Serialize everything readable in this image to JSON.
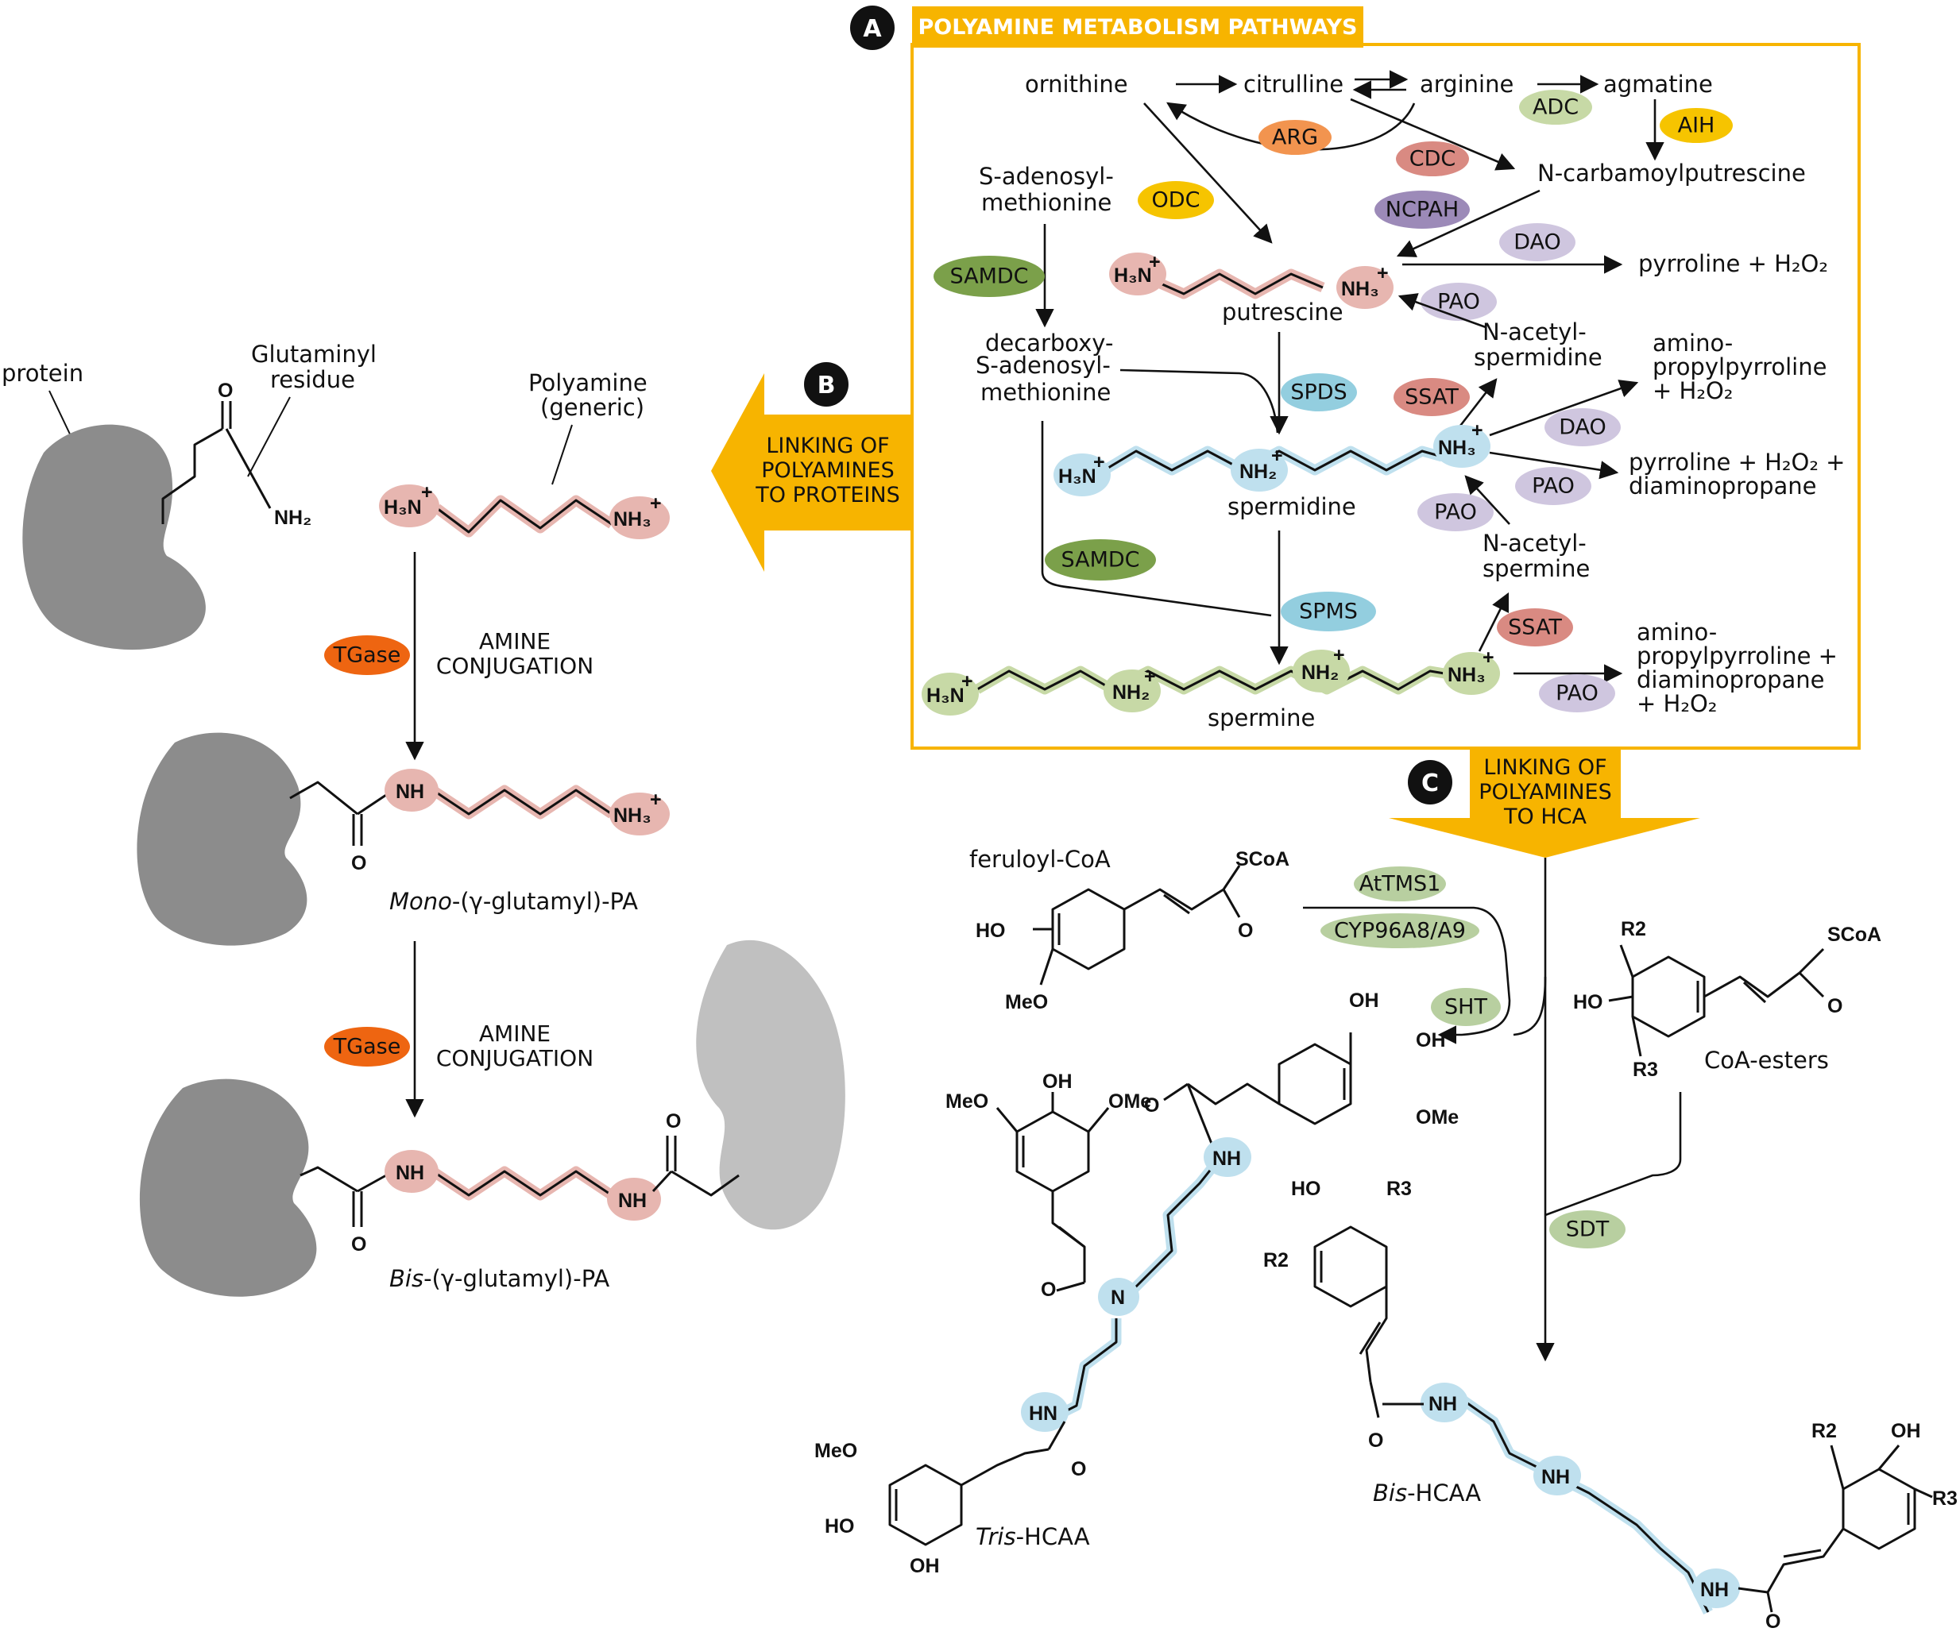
{
  "panels": {
    "a_letter": "A",
    "b_letter": "B",
    "c_letter": "C",
    "a_title": "POLYAMINE METABOLISM PATHWAYS",
    "b_title": [
      "LINKING OF",
      "POLYAMINES",
      "TO PROTEINS"
    ],
    "c_title": [
      "LINKING OF",
      "POLYAMINES",
      "TO HCA"
    ]
  },
  "colors": {
    "panel_orange": "#F7B400",
    "protein_gray": "#8C8C8C",
    "protein_light_gray": "#C0C0C0",
    "putrescine_pink": "#E7B6B0",
    "spermidine_blue": "#BFE0EE",
    "spermine_green": "#C7D9A6",
    "tgase": "#EE6511",
    "adc": "#C7D9A6",
    "aih": "#F6C400",
    "arg": "#F2944F",
    "cdc": "#D98A82",
    "odc": "#F6C400",
    "ncpah": "#9C8AB8",
    "samdc": "#7BA04A",
    "dao": "#CFC6DF",
    "pao": "#CFC6DF",
    "ssat": "#D98A82",
    "spds": "#93CEDF",
    "spms": "#93CEDF",
    "attms1": "#B8CFA0",
    "cyp": "#B8CFA0",
    "sht": "#B8CFA0",
    "sdt": "#B8CFA0"
  },
  "metabolites": {
    "ornithine": "ornithine",
    "citrulline": "citrulline",
    "arginine": "arginine",
    "agmatine": "agmatine",
    "n_carbamoylputrescine": "N-carbamoylputrescine",
    "sam1": "S-adenosyl-",
    "sam2": "methionine",
    "dcsam1": "decarboxy-",
    "dcsam2": "S-adenosyl-",
    "dcsam3": "methionine",
    "putrescine": "putrescine",
    "spermidine": "spermidine",
    "spermine": "spermine",
    "n_acetyl_spermidine1": "N-acetyl-",
    "n_acetyl_spermidine2": "spermidine",
    "n_acetyl_spermine1": "N-acetyl-",
    "n_acetyl_spermine2": "spermine",
    "pyrroline_h2o2": "pyrroline + H₂O₂",
    "app1": "amino-",
    "app2": "propylpyrroline",
    "app3": "+ H₂O₂",
    "pyr_dap1": "pyrroline + H₂O₂ +",
    "pyr_dap2": "diaminopropane",
    "app_dap1": "amino-",
    "app_dap2": "propylpyrroline +",
    "app_dap3": "diaminopropane",
    "app_dap4": "+ H₂O₂"
  },
  "enzymes": {
    "adc": "ADC",
    "aih": "AIH",
    "arg": "ARG",
    "cdc": "CDC",
    "odc": "ODC",
    "ncpah": "NCPAH",
    "samdc1": "SAMDC",
    "samdc2": "SAMDC",
    "dao1": "DAO",
    "dao2": "DAO",
    "pao1": "PAO",
    "pao2": "PAO",
    "pao3": "PAO",
    "pao4": "PAO",
    "ssat1": "SSAT",
    "ssat2": "SSAT",
    "spds": "SPDS",
    "spms": "SPMS",
    "tgase1": "TGase",
    "tgase2": "TGase",
    "attms1": "AtTMS1",
    "cyp": "CYP96A8/A9",
    "sht": "SHT",
    "sdt": "SDT"
  },
  "groups": {
    "h3n": "H₃N",
    "nh3": "NH₃",
    "nh2": "NH₂",
    "nh": "NH",
    "hn": "HN",
    "n": "N",
    "o": "O",
    "plus": "+",
    "sco_a": "SCoA",
    "ho": "HO",
    "oh": "OH",
    "meo": "MeO",
    "ome": "OMe",
    "r2": "R2",
    "r3": "R3"
  },
  "proteins": {
    "protein_label": "protein",
    "glutaminyl1": "Glutaminyl",
    "glutaminyl2": "residue",
    "polyamine1": "Polyamine",
    "polyamine2": "(generic)",
    "amine_conj1": "AMINE",
    "amine_conj2": "CONJUGATION",
    "mono_prefix": "Mono",
    "mono_suffix": "-(γ-glutamyl)-PA",
    "bis_prefix": "Bis",
    "bis_suffix": "-(γ-glutamyl)-PA"
  },
  "hca": {
    "feruloyl_coa": "feruloyl-CoA",
    "coa_esters": "CoA-esters",
    "tris_prefix": "Tris",
    "tris_suffix": "-HCAA",
    "bis_prefix": "Bis",
    "bis_suffix": "-HCAA"
  }
}
